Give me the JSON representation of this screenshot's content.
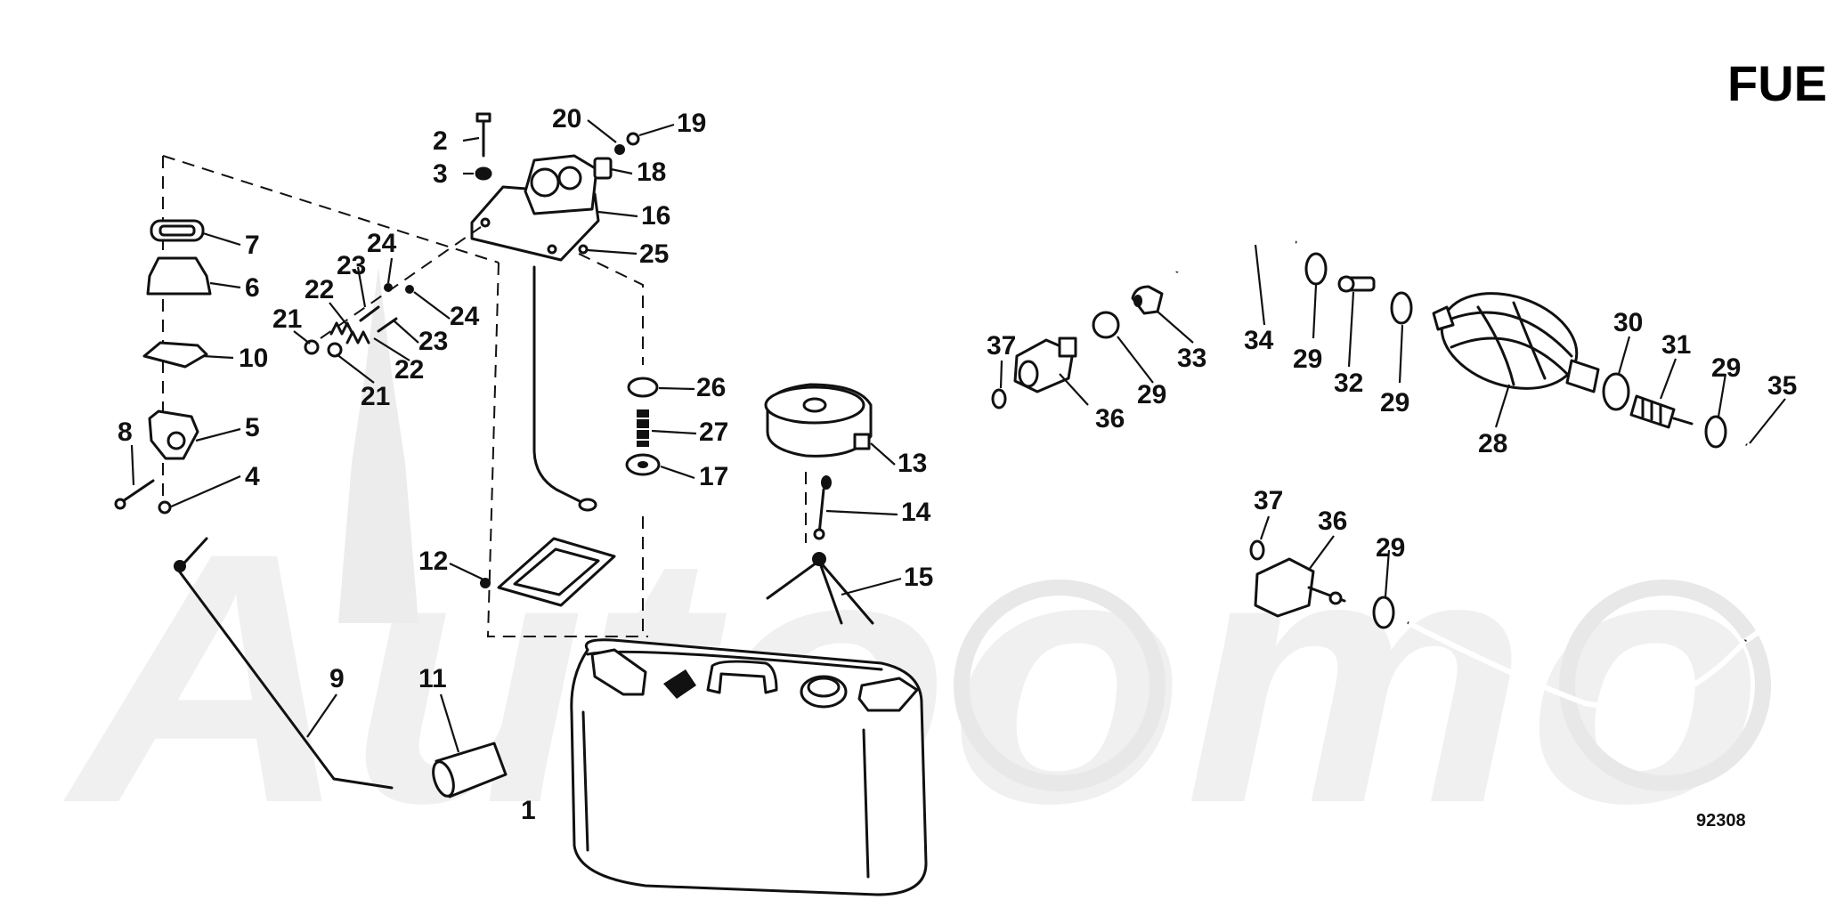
{
  "header": {
    "title": "FUE"
  },
  "footer": {
    "drawing_number": "92308"
  },
  "watermark": {
    "text": "Autoomo"
  },
  "parts": [
    {
      "id": "p1",
      "number": "1"
    },
    {
      "id": "p2",
      "number": "2"
    },
    {
      "id": "p3",
      "number": "3"
    },
    {
      "id": "p4",
      "number": "4"
    },
    {
      "id": "p5",
      "number": "5"
    },
    {
      "id": "p6",
      "number": "6"
    },
    {
      "id": "p7",
      "number": "7"
    },
    {
      "id": "p8",
      "number": "8"
    },
    {
      "id": "p9",
      "number": "9"
    },
    {
      "id": "p10",
      "number": "10"
    },
    {
      "id": "p11",
      "number": "11"
    },
    {
      "id": "p12",
      "number": "12"
    },
    {
      "id": "p13",
      "number": "13"
    },
    {
      "id": "p14",
      "number": "14"
    },
    {
      "id": "p15",
      "number": "15"
    },
    {
      "id": "p16",
      "number": "16"
    },
    {
      "id": "p17",
      "number": "17"
    },
    {
      "id": "p18",
      "number": "18"
    },
    {
      "id": "p19",
      "number": "19"
    },
    {
      "id": "p20",
      "number": "20"
    },
    {
      "id": "p21a",
      "number": "21"
    },
    {
      "id": "p21b",
      "number": "21"
    },
    {
      "id": "p22a",
      "number": "22"
    },
    {
      "id": "p22b",
      "number": "22"
    },
    {
      "id": "p23a",
      "number": "23"
    },
    {
      "id": "p23b",
      "number": "23"
    },
    {
      "id": "p24a",
      "number": "24"
    },
    {
      "id": "p24b",
      "number": "24"
    },
    {
      "id": "p25",
      "number": "25"
    },
    {
      "id": "p26",
      "number": "26"
    },
    {
      "id": "p27",
      "number": "27"
    },
    {
      "id": "p28",
      "number": "28"
    },
    {
      "id": "p29a",
      "number": "29"
    },
    {
      "id": "p29b",
      "number": "29"
    },
    {
      "id": "p29c",
      "number": "29"
    },
    {
      "id": "p29d",
      "number": "29"
    },
    {
      "id": "p29e",
      "number": "29"
    },
    {
      "id": "p30",
      "number": "30"
    },
    {
      "id": "p31",
      "number": "31"
    },
    {
      "id": "p32",
      "number": "32"
    },
    {
      "id": "p33",
      "number": "33"
    },
    {
      "id": "p34",
      "number": "34"
    },
    {
      "id": "p35",
      "number": "35"
    },
    {
      "id": "p36a",
      "number": "36"
    },
    {
      "id": "p36b",
      "number": "36"
    },
    {
      "id": "p37a",
      "number": "37"
    },
    {
      "id": "p37b",
      "number": "37"
    }
  ]
}
